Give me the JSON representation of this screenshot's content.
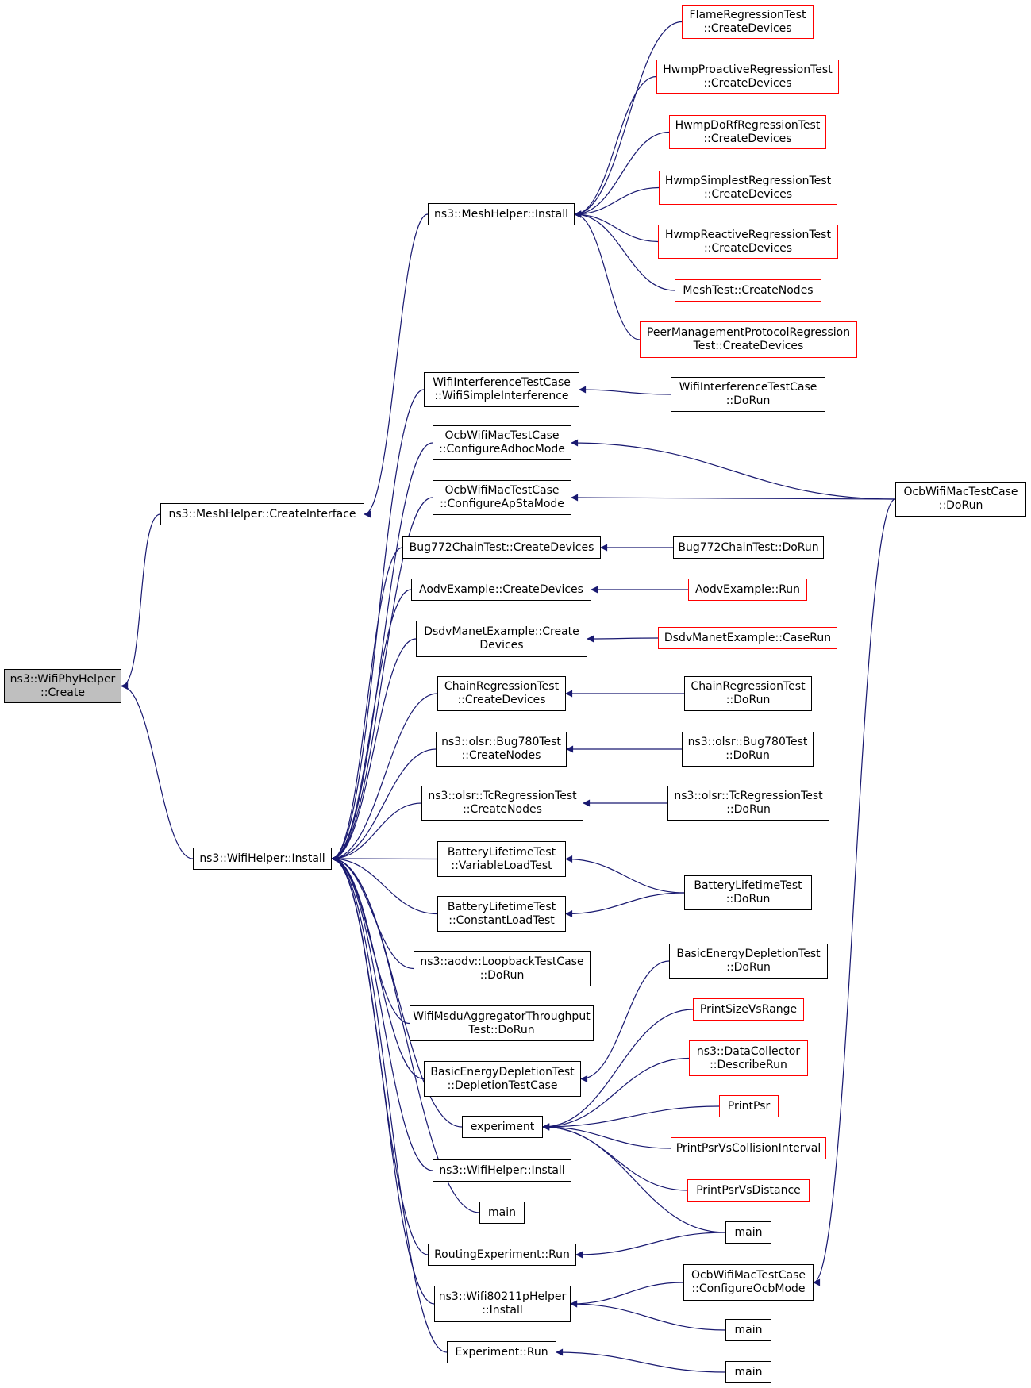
{
  "diagram": {
    "colors": {
      "edge": "#191970",
      "node_border": "#000000",
      "truncated_border": "#ff0000",
      "focus_fill": "#bfbfbf"
    },
    "nodes": [
      {
        "id": "n_create",
        "lines": [
          "ns3::WifiPhyHelper",
          "::Create"
        ],
        "style": "focus"
      },
      {
        "id": "n_mesh_ci",
        "lines": [
          "ns3::MeshHelper::CreateInterface"
        ],
        "style": "normal"
      },
      {
        "id": "n_wifi_install",
        "lines": [
          "ns3::WifiHelper::Install"
        ],
        "style": "normal"
      },
      {
        "id": "n_mesh_install",
        "lines": [
          "ns3::MeshHelper::Install"
        ],
        "style": "normal"
      },
      {
        "id": "n_flame",
        "lines": [
          "FlameRegressionTest",
          "::CreateDevices"
        ],
        "style": "truncated"
      },
      {
        "id": "n_hwmp_pro",
        "lines": [
          "HwmpProactiveRegressionTest",
          "::CreateDevices"
        ],
        "style": "truncated"
      },
      {
        "id": "n_hwmp_dorf",
        "lines": [
          "HwmpDoRfRegressionTest",
          "::CreateDevices"
        ],
        "style": "truncated"
      },
      {
        "id": "n_hwmp_simp",
        "lines": [
          "HwmpSimplestRegressionTest",
          "::CreateDevices"
        ],
        "style": "truncated"
      },
      {
        "id": "n_hwmp_reac",
        "lines": [
          "HwmpReactiveRegressionTest",
          "::CreateDevices"
        ],
        "style": "truncated"
      },
      {
        "id": "n_meshtest",
        "lines": [
          "MeshTest::CreateNodes"
        ],
        "style": "truncated"
      },
      {
        "id": "n_peer",
        "lines": [
          "PeerManagementProtocolRegression",
          "Test::CreateDevices"
        ],
        "style": "truncated"
      },
      {
        "id": "n_wit_simple",
        "lines": [
          "WifiInterferenceTestCase",
          "::WifiSimpleInterference"
        ],
        "style": "normal"
      },
      {
        "id": "n_wit_dorun",
        "lines": [
          "WifiInterferenceTestCase",
          "::DoRun"
        ],
        "style": "normal"
      },
      {
        "id": "n_ocb_adhoc",
        "lines": [
          "OcbWifiMacTestCase",
          "::ConfigureAdhocMode"
        ],
        "style": "normal"
      },
      {
        "id": "n_ocb_apsta",
        "lines": [
          "OcbWifiMacTestCase",
          "::ConfigureApStaMode"
        ],
        "style": "normal"
      },
      {
        "id": "n_ocb_dorun",
        "lines": [
          "OcbWifiMacTestCase",
          "::DoRun"
        ],
        "style": "normal"
      },
      {
        "id": "n_bug772_cd",
        "lines": [
          "Bug772ChainTest::CreateDevices"
        ],
        "style": "normal"
      },
      {
        "id": "n_bug772_dr",
        "lines": [
          "Bug772ChainTest::DoRun"
        ],
        "style": "normal"
      },
      {
        "id": "n_aodv_cd",
        "lines": [
          "AodvExample::CreateDevices"
        ],
        "style": "normal"
      },
      {
        "id": "n_aodv_run",
        "lines": [
          "AodvExample::Run"
        ],
        "style": "truncated"
      },
      {
        "id": "n_dsdv_cd",
        "lines": [
          "DsdvManetExample::Create",
          "Devices"
        ],
        "style": "normal"
      },
      {
        "id": "n_dsdv_cr",
        "lines": [
          "DsdvManetExample::CaseRun"
        ],
        "style": "truncated"
      },
      {
        "id": "n_chain_cd",
        "lines": [
          "ChainRegressionTest",
          "::CreateDevices"
        ],
        "style": "normal"
      },
      {
        "id": "n_chain_dr",
        "lines": [
          "ChainRegressionTest",
          "::DoRun"
        ],
        "style": "normal"
      },
      {
        "id": "n_bug780_cn",
        "lines": [
          "ns3::olsr::Bug780Test",
          "::CreateNodes"
        ],
        "style": "normal"
      },
      {
        "id": "n_bug780_dr",
        "lines": [
          "ns3::olsr::Bug780Test",
          "::DoRun"
        ],
        "style": "normal"
      },
      {
        "id": "n_tc_cn",
        "lines": [
          "ns3::olsr::TcRegressionTest",
          "::CreateNodes"
        ],
        "style": "normal"
      },
      {
        "id": "n_tc_dr",
        "lines": [
          "ns3::olsr::TcRegressionTest",
          "::DoRun"
        ],
        "style": "normal"
      },
      {
        "id": "n_batt_var",
        "lines": [
          "BatteryLifetimeTest",
          "::VariableLoadTest"
        ],
        "style": "normal"
      },
      {
        "id": "n_batt_const",
        "lines": [
          "BatteryLifetimeTest",
          "::ConstantLoadTest"
        ],
        "style": "normal"
      },
      {
        "id": "n_batt_dr",
        "lines": [
          "BatteryLifetimeTest",
          "::DoRun"
        ],
        "style": "normal"
      },
      {
        "id": "n_aodv_loop",
        "lines": [
          "ns3::aodv::LoopbackTestCase",
          "::DoRun"
        ],
        "style": "normal"
      },
      {
        "id": "n_msdu",
        "lines": [
          "WifiMsduAggregatorThroughput",
          "Test::DoRun"
        ],
        "style": "normal"
      },
      {
        "id": "n_bed_dtc",
        "lines": [
          "BasicEnergyDepletionTest",
          "::DepletionTestCase"
        ],
        "style": "normal"
      },
      {
        "id": "n_bed_dr",
        "lines": [
          "BasicEnergyDepletionTest",
          "::DoRun"
        ],
        "style": "normal"
      },
      {
        "id": "n_experiment",
        "lines": [
          "experiment"
        ],
        "style": "normal"
      },
      {
        "id": "n_psvr",
        "lines": [
          "PrintSizeVsRange"
        ],
        "style": "truncated"
      },
      {
        "id": "n_dc",
        "lines": [
          "ns3::DataCollector",
          "::DescribeRun"
        ],
        "style": "truncated"
      },
      {
        "id": "n_psr",
        "lines": [
          "PrintPsr"
        ],
        "style": "truncated"
      },
      {
        "id": "n_psr_ci",
        "lines": [
          "PrintPsrVsCollisionInterval"
        ],
        "style": "truncated"
      },
      {
        "id": "n_psr_d",
        "lines": [
          "PrintPsrVsDistance"
        ],
        "style": "truncated"
      },
      {
        "id": "n_main_exp",
        "lines": [
          "main"
        ],
        "style": "normal"
      },
      {
        "id": "n_wifi_install2",
        "lines": [
          "ns3::WifiHelper::Install"
        ],
        "style": "normal"
      },
      {
        "id": "n_main_mid",
        "lines": [
          "main"
        ],
        "style": "normal"
      },
      {
        "id": "n_routing",
        "lines": [
          "RoutingExperiment::Run"
        ],
        "style": "normal"
      },
      {
        "id": "n_w80211p",
        "lines": [
          "ns3::Wifi80211pHelper",
          "::Install"
        ],
        "style": "normal"
      },
      {
        "id": "n_ocb_cfg",
        "lines": [
          "OcbWifiMacTestCase",
          "::ConfigureOcbMode"
        ],
        "style": "normal"
      },
      {
        "id": "n_main_80211",
        "lines": [
          "main"
        ],
        "style": "normal"
      },
      {
        "id": "n_exp_run",
        "lines": [
          "Experiment::Run"
        ],
        "style": "normal"
      },
      {
        "id": "n_main_last",
        "lines": [
          "main"
        ],
        "style": "normal"
      }
    ],
    "edges": [
      [
        "n_create",
        "n_mesh_ci"
      ],
      [
        "n_create",
        "n_wifi_install"
      ],
      [
        "n_mesh_ci",
        "n_mesh_install"
      ],
      [
        "n_mesh_install",
        "n_flame"
      ],
      [
        "n_mesh_install",
        "n_hwmp_pro"
      ],
      [
        "n_mesh_install",
        "n_hwmp_dorf"
      ],
      [
        "n_mesh_install",
        "n_hwmp_simp"
      ],
      [
        "n_mesh_install",
        "n_hwmp_reac"
      ],
      [
        "n_mesh_install",
        "n_meshtest"
      ],
      [
        "n_mesh_install",
        "n_peer"
      ],
      [
        "n_wifi_install",
        "n_wit_simple"
      ],
      [
        "n_wifi_install",
        "n_ocb_adhoc"
      ],
      [
        "n_wifi_install",
        "n_ocb_apsta"
      ],
      [
        "n_wifi_install",
        "n_bug772_cd"
      ],
      [
        "n_wifi_install",
        "n_aodv_cd"
      ],
      [
        "n_wifi_install",
        "n_dsdv_cd"
      ],
      [
        "n_wifi_install",
        "n_chain_cd"
      ],
      [
        "n_wifi_install",
        "n_bug780_cn"
      ],
      [
        "n_wifi_install",
        "n_tc_cn"
      ],
      [
        "n_wifi_install",
        "n_batt_var"
      ],
      [
        "n_wifi_install",
        "n_batt_const"
      ],
      [
        "n_wifi_install",
        "n_aodv_loop"
      ],
      [
        "n_wifi_install",
        "n_msdu"
      ],
      [
        "n_wifi_install",
        "n_bed_dtc"
      ],
      [
        "n_wifi_install",
        "n_experiment"
      ],
      [
        "n_wifi_install",
        "n_wifi_install2"
      ],
      [
        "n_wifi_install",
        "n_main_mid"
      ],
      [
        "n_wifi_install",
        "n_routing"
      ],
      [
        "n_wifi_install",
        "n_w80211p"
      ],
      [
        "n_wifi_install",
        "n_exp_run"
      ],
      [
        "n_wit_simple",
        "n_wit_dorun"
      ],
      [
        "n_ocb_adhoc",
        "n_ocb_dorun"
      ],
      [
        "n_ocb_apsta",
        "n_ocb_dorun"
      ],
      [
        "n_bug772_cd",
        "n_bug772_dr"
      ],
      [
        "n_aodv_cd",
        "n_aodv_run"
      ],
      [
        "n_dsdv_cd",
        "n_dsdv_cr"
      ],
      [
        "n_chain_cd",
        "n_chain_dr"
      ],
      [
        "n_bug780_cn",
        "n_bug780_dr"
      ],
      [
        "n_tc_cn",
        "n_tc_dr"
      ],
      [
        "n_batt_var",
        "n_batt_dr"
      ],
      [
        "n_batt_const",
        "n_batt_dr"
      ],
      [
        "n_bed_dtc",
        "n_bed_dr"
      ],
      [
        "n_experiment",
        "n_psvr"
      ],
      [
        "n_experiment",
        "n_dc"
      ],
      [
        "n_experiment",
        "n_psr"
      ],
      [
        "n_experiment",
        "n_psr_ci"
      ],
      [
        "n_experiment",
        "n_psr_d"
      ],
      [
        "n_experiment",
        "n_main_exp"
      ],
      [
        "n_routing",
        "n_main_exp"
      ],
      [
        "n_w80211p",
        "n_ocb_cfg"
      ],
      [
        "n_w80211p",
        "n_main_80211"
      ],
      [
        "n_ocb_cfg",
        "n_ocb_dorun"
      ],
      [
        "n_exp_run",
        "n_main_last"
      ]
    ]
  }
}
